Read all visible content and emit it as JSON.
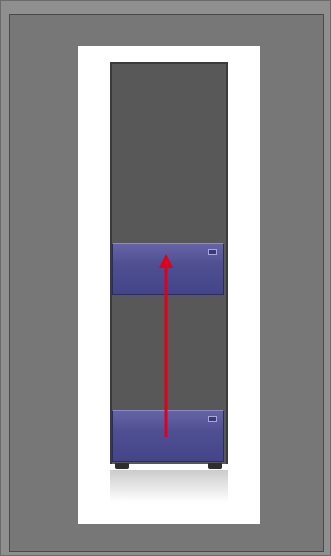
{
  "scene": {
    "description_label": "",
    "colors": {
      "background": "#8f8f8f",
      "panel": "#777777",
      "card": "#ffffff",
      "rack": "#585858",
      "server": "#4f4f92",
      "arrow": "#e0001a"
    },
    "rack": {
      "units": [
        {
          "name": "server-unit-top",
          "icon": "drive-indicator-icon"
        },
        {
          "name": "server-unit-bottom",
          "icon": "drive-indicator-icon"
        }
      ]
    },
    "arrow": {
      "direction": "up",
      "icon": "move-up-arrow-icon"
    }
  }
}
